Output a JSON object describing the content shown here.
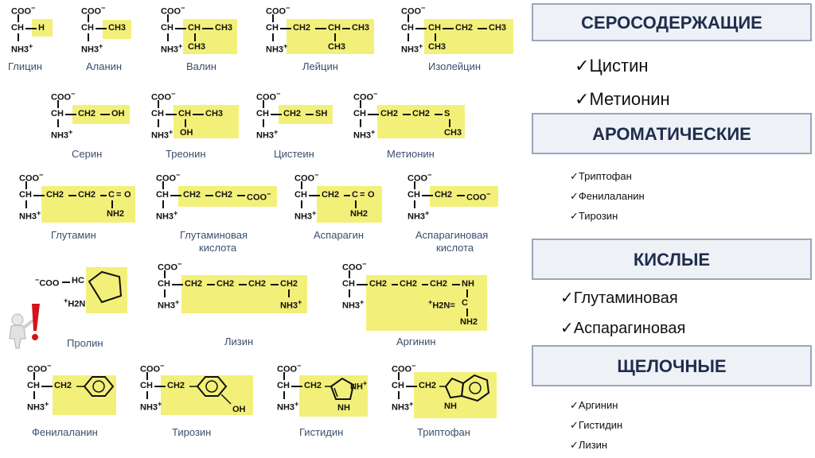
{
  "amino_acids": [
    {
      "name": "Глицин",
      "r": "H"
    },
    {
      "name": "Аланин",
      "r": "CH3"
    },
    {
      "name": "Валин",
      "r": "CH–CH3 / CH3"
    },
    {
      "name": "Лейцин",
      "r": "CH2–CH–CH3 / CH3"
    },
    {
      "name": "Изолейцин",
      "r": "CH–CH2–CH3 / CH3"
    },
    {
      "name": "Серин",
      "r": "CH2–OH"
    },
    {
      "name": "Треонин",
      "r": "CH–CH3 / OH"
    },
    {
      "name": "Цистеин",
      "r": "CH2–SH"
    },
    {
      "name": "Метионин",
      "r": "CH2–CH2–S–CH3"
    },
    {
      "name": "Глутамин",
      "r": "CH2–CH2–C=O / NH2"
    },
    {
      "name": "Глутаминовая кислота",
      "r": "CH2–CH2–COO−"
    },
    {
      "name": "Аспарагин",
      "r": "CH2–C=O / NH2"
    },
    {
      "name": "Аспарагиновая кислота",
      "r": "CH2–COO−"
    },
    {
      "name": "Пролин",
      "r": "ring"
    },
    {
      "name": "Лизин",
      "r": "CH2–CH2–CH2–CH2–NH3+"
    },
    {
      "name": "Аргинин",
      "r": "CH2–CH2–CH2–NH–C(=NH2+)–NH2"
    },
    {
      "name": "Фенилаланин",
      "r": "CH2–benzene"
    },
    {
      "name": "Тирозин",
      "r": "CH2–phenol OH"
    },
    {
      "name": "Гистидин",
      "r": "CH2–imidazole"
    },
    {
      "name": "Триптофан",
      "r": "CH2–indole"
    }
  ],
  "labels": {
    "coo": "COO",
    "minus": "−",
    "ch": "CH",
    "nh3": "NH3",
    "plus": "+",
    "h": "H",
    "ch3": "CH3",
    "ch2": "CH2",
    "oh": "OH",
    "sh": "SH",
    "s": "S",
    "c": "C",
    "o": "O",
    "nh2": "NH2",
    "nh": "NH",
    "hc": "HC",
    "h2n": "H2N",
    "h2n_eq": "H2N=",
    "glutamic1": "Глутаминовая",
    "glutamic2": "кислота",
    "aspartic1": "Аспарагиновая",
    "aspartic2": "кислота"
  },
  "panel": {
    "sulfur_title": "СЕРОСОДЕРЖАЩИЕ",
    "sulfur_items": [
      "Цистин",
      "Метионин"
    ],
    "aromatic_title": "АРОМАТИЧЕСКИЕ",
    "aromatic_items": [
      "Триптофан",
      "Фенилаланин",
      "Тирозин"
    ],
    "acidic_title": "КИСЛЫЕ",
    "acidic_items": [
      "Глутаминовая",
      "Аспарагиновая"
    ],
    "basic_title": "ЩЕЛОЧНЫЕ",
    "basic_items": [
      "Аргинин",
      "Гистидин",
      "Лизин"
    ],
    "check": "✓"
  },
  "colors": {
    "highlight": "#f3f07a",
    "header_bg": "#eef1f6",
    "header_border": "#9aa6ba",
    "name_text": "#3a4f6e",
    "alert": "#d4141a"
  }
}
